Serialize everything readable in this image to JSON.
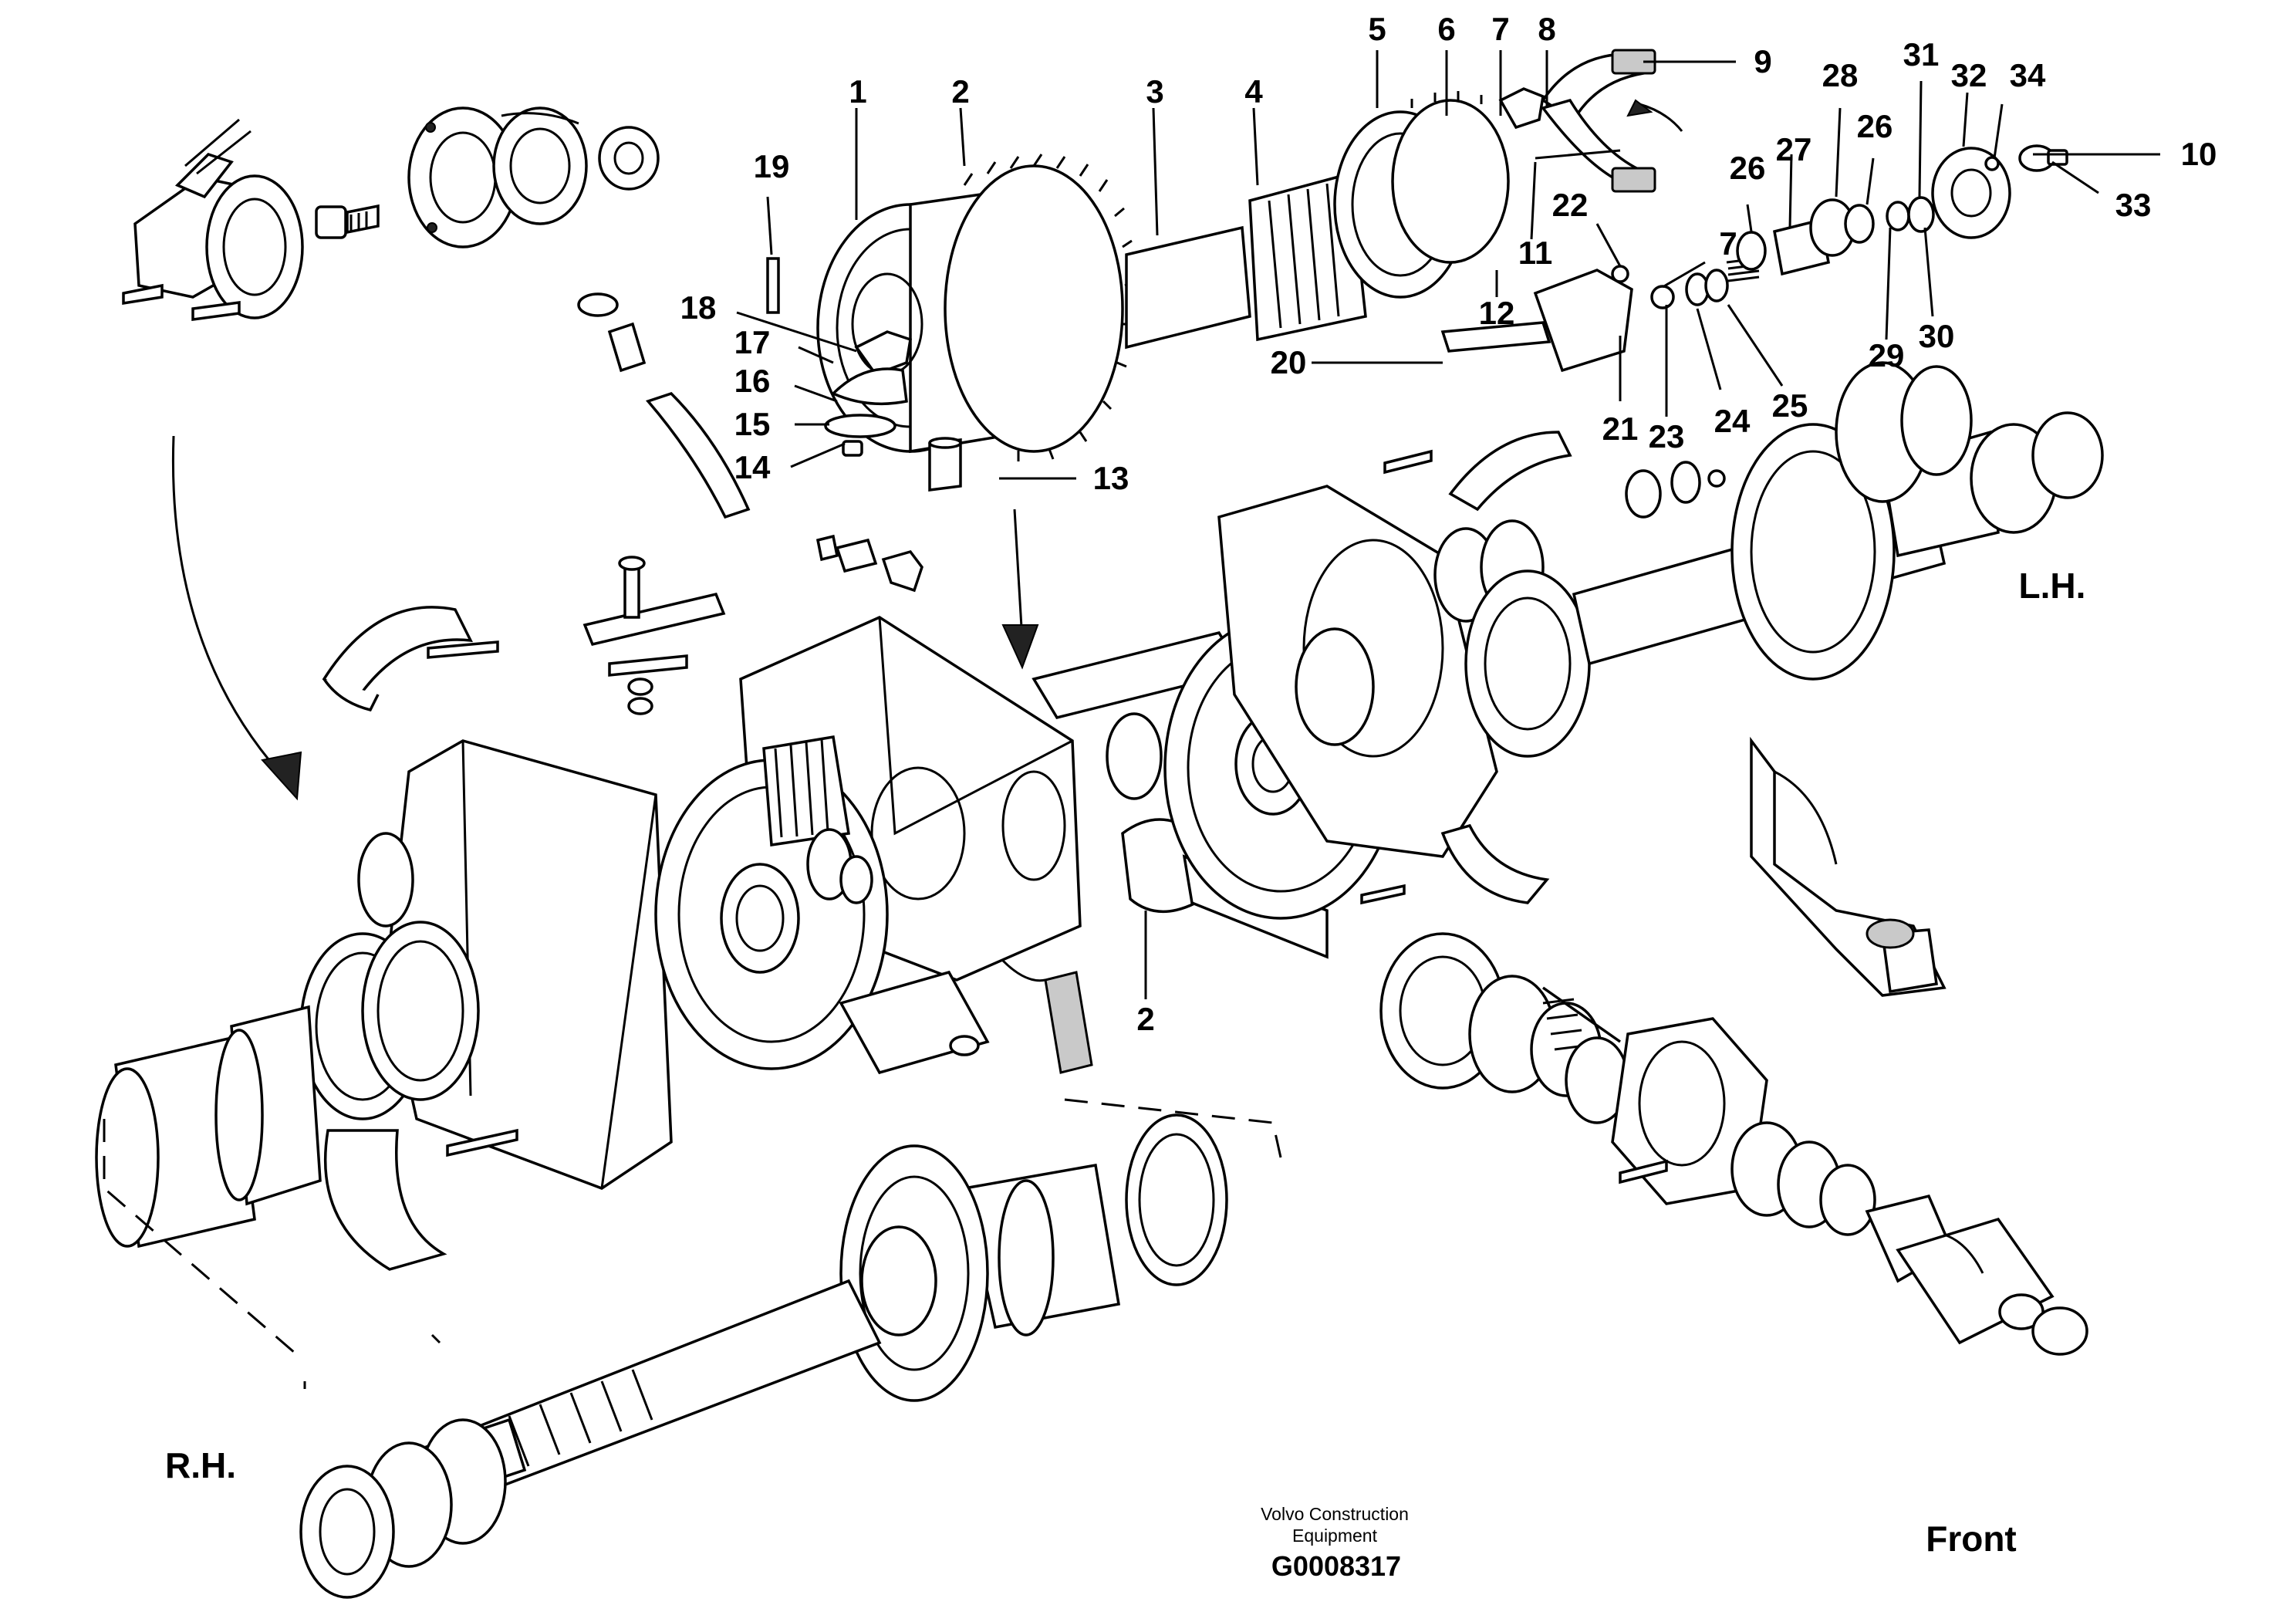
{
  "callouts": [
    {
      "id": "1",
      "text": "1"
    },
    {
      "id": "2",
      "text": "2"
    },
    {
      "id": "3",
      "text": "3"
    },
    {
      "id": "4",
      "text": "4"
    },
    {
      "id": "5",
      "text": "5"
    },
    {
      "id": "6",
      "text": "6"
    },
    {
      "id": "7",
      "text": "7"
    },
    {
      "id": "8",
      "text": "8"
    },
    {
      "id": "9",
      "text": "9"
    },
    {
      "id": "10",
      "text": "10"
    },
    {
      "id": "11",
      "text": "11"
    },
    {
      "id": "12",
      "text": "12"
    },
    {
      "id": "13",
      "text": "13"
    },
    {
      "id": "14",
      "text": "14"
    },
    {
      "id": "15",
      "text": "15"
    },
    {
      "id": "16",
      "text": "16"
    },
    {
      "id": "17",
      "text": "17"
    },
    {
      "id": "18",
      "text": "18"
    },
    {
      "id": "19",
      "text": "19"
    },
    {
      "id": "20",
      "text": "20"
    },
    {
      "id": "21",
      "text": "21"
    },
    {
      "id": "22",
      "text": "22"
    },
    {
      "id": "7b",
      "text": "7"
    },
    {
      "id": "23",
      "text": "23"
    },
    {
      "id": "24",
      "text": "24"
    },
    {
      "id": "25",
      "text": "25"
    },
    {
      "id": "26",
      "text": "26"
    },
    {
      "id": "26b",
      "text": "26"
    },
    {
      "id": "27",
      "text": "27"
    },
    {
      "id": "28",
      "text": "28"
    },
    {
      "id": "29",
      "text": "29"
    },
    {
      "id": "30",
      "text": "30"
    },
    {
      "id": "31",
      "text": "31"
    },
    {
      "id": "32",
      "text": "32"
    },
    {
      "id": "33",
      "text": "33"
    },
    {
      "id": "34",
      "text": "34"
    },
    {
      "id": "2b",
      "text": "2"
    }
  ],
  "labels": {
    "lh": "L.H.",
    "rh": "R.H.",
    "front": "Front"
  },
  "credit": {
    "line1": "Volvo Construction",
    "line2": "Equipment",
    "code": "G0008317"
  }
}
